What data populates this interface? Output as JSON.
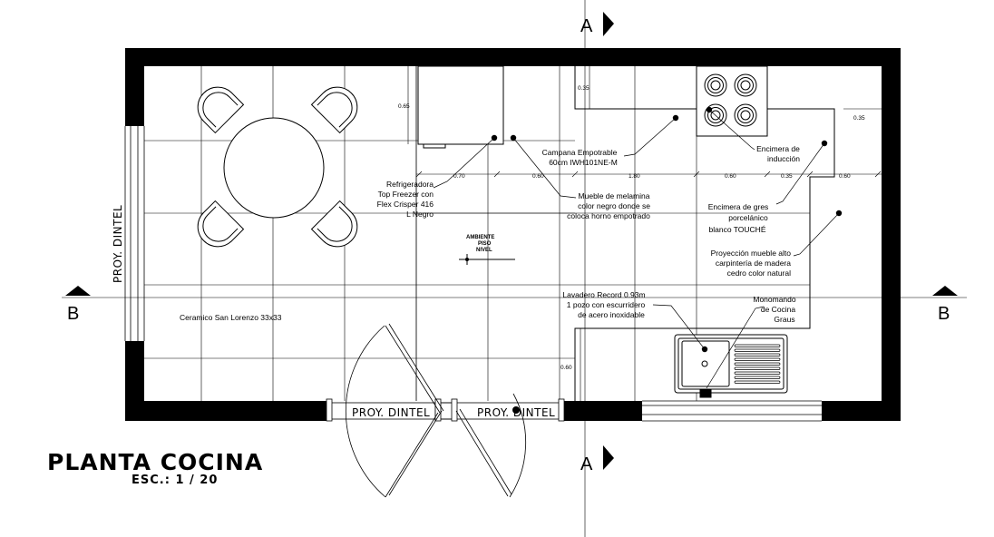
{
  "title": "PLANTA COCINA",
  "scale": "ESC.: 1 / 20",
  "section_marks": {
    "a": "A",
    "b": "B"
  },
  "lintels": {
    "left": "PROY. DINTEL",
    "bottom_left": "PROY. DINTEL",
    "bottom_right": "PROY. DINTEL"
  },
  "level_tag": [
    "AMBIENTE",
    "PISO",
    "NIVEL"
  ],
  "floor_label": "Ceramico San Lorenzo 33x33",
  "dimensions": {
    "fridge_depth": "0.65",
    "hood_gap": "0.35",
    "right_gap": "0.35",
    "counter_depth": "0.60",
    "span_1": "0.70",
    "span_2": "0.60",
    "span_3": "1.80",
    "span_4": "0.60",
    "span_5": "0.35",
    "span_6": "0.60"
  },
  "annotations": {
    "refrigerator": [
      "Refrigeradora",
      "Top Freezer con",
      "Flex Crisper 416",
      "L Negro"
    ],
    "hood": [
      "Campana Empotrable",
      "60cm IWH101NE-M"
    ],
    "melamine": [
      "Mueble de melamina",
      "color negro donde se",
      "coloca horno empotrado"
    ],
    "induction": [
      "Encimera de",
      "inducción"
    ],
    "stoneware": [
      "Encimera de gres",
      "porcelánico",
      "blanco TOUCHÉ"
    ],
    "wood": [
      "Proyección mueble alto",
      "carpintería de madera",
      "cedro color natural"
    ],
    "sink": [
      "Lavadero Record 0.93m",
      "1 pozo con escurridero",
      "de acero inoxidable"
    ],
    "faucet": [
      "Monomando",
      "de Cocina",
      "Graus"
    ]
  },
  "colors": {
    "ink": "#000000",
    "paper": "#ffffff"
  }
}
